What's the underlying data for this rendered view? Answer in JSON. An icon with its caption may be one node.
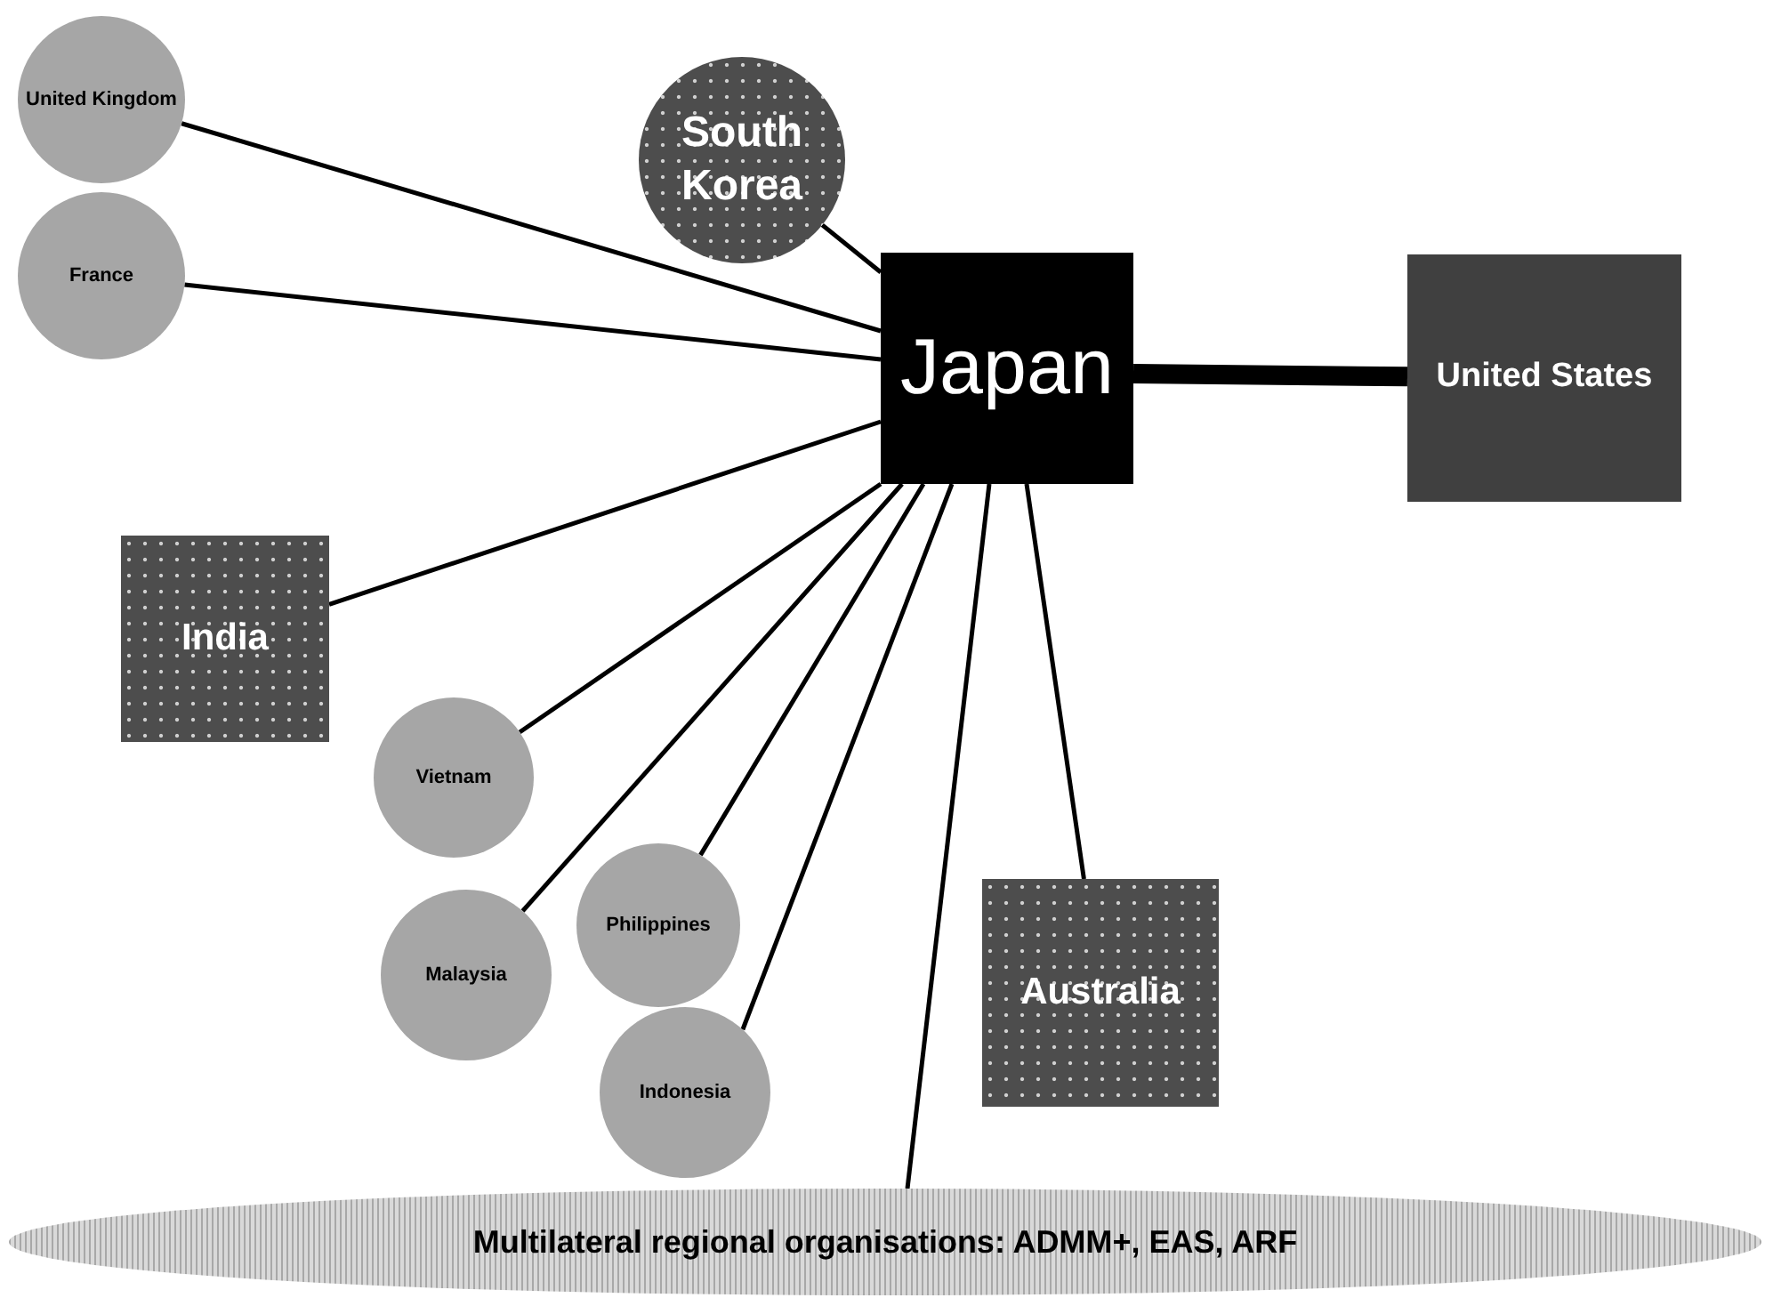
{
  "diagram": {
    "nodes": [
      {
        "text": [
          "United Kingdom"
        ]
      },
      {
        "text": [
          "South Korea"
        ]
      },
      {
        "text": [
          "France"
        ]
      },
      {
        "text": [
          "Japan"
        ]
      },
      {
        "text": [
          "United States"
        ]
      },
      {
        "text": [
          "India"
        ]
      },
      {
        "text": [
          "Vietnam"
        ]
      },
      {
        "text": [
          "Philippines"
        ]
      },
      {
        "text": [
          "Malaysia"
        ]
      },
      {
        "text": [
          "Australia"
        ]
      },
      {
        "text": [
          "Indonesia"
        ]
      },
      {
        "text": [
          "Multilateral regional organisations: ADMM+, EAS, ARF"
        ]
      }
    ],
    "edges": [
      {
        "from": 0,
        "to": 3,
        "arrow": "none"
      },
      {
        "from": 2,
        "to": 3,
        "arrow": "none"
      },
      {
        "from": 1,
        "to": 3,
        "arrow": "none"
      },
      {
        "from": 3,
        "to": 4,
        "arrow": "none",
        "style": "thick"
      },
      {
        "from": 5,
        "to": 3,
        "arrow": "none"
      },
      {
        "from": 6,
        "to": 3,
        "arrow": "none"
      },
      {
        "from": 8,
        "to": 3,
        "arrow": "none"
      },
      {
        "from": 7,
        "to": 3,
        "arrow": "none"
      },
      {
        "from": 10,
        "to": 3,
        "arrow": "none"
      },
      {
        "from": 9,
        "to": 3,
        "arrow": "none"
      },
      {
        "from": 11,
        "to": 3,
        "arrow": "none"
      }
    ]
  }
}
